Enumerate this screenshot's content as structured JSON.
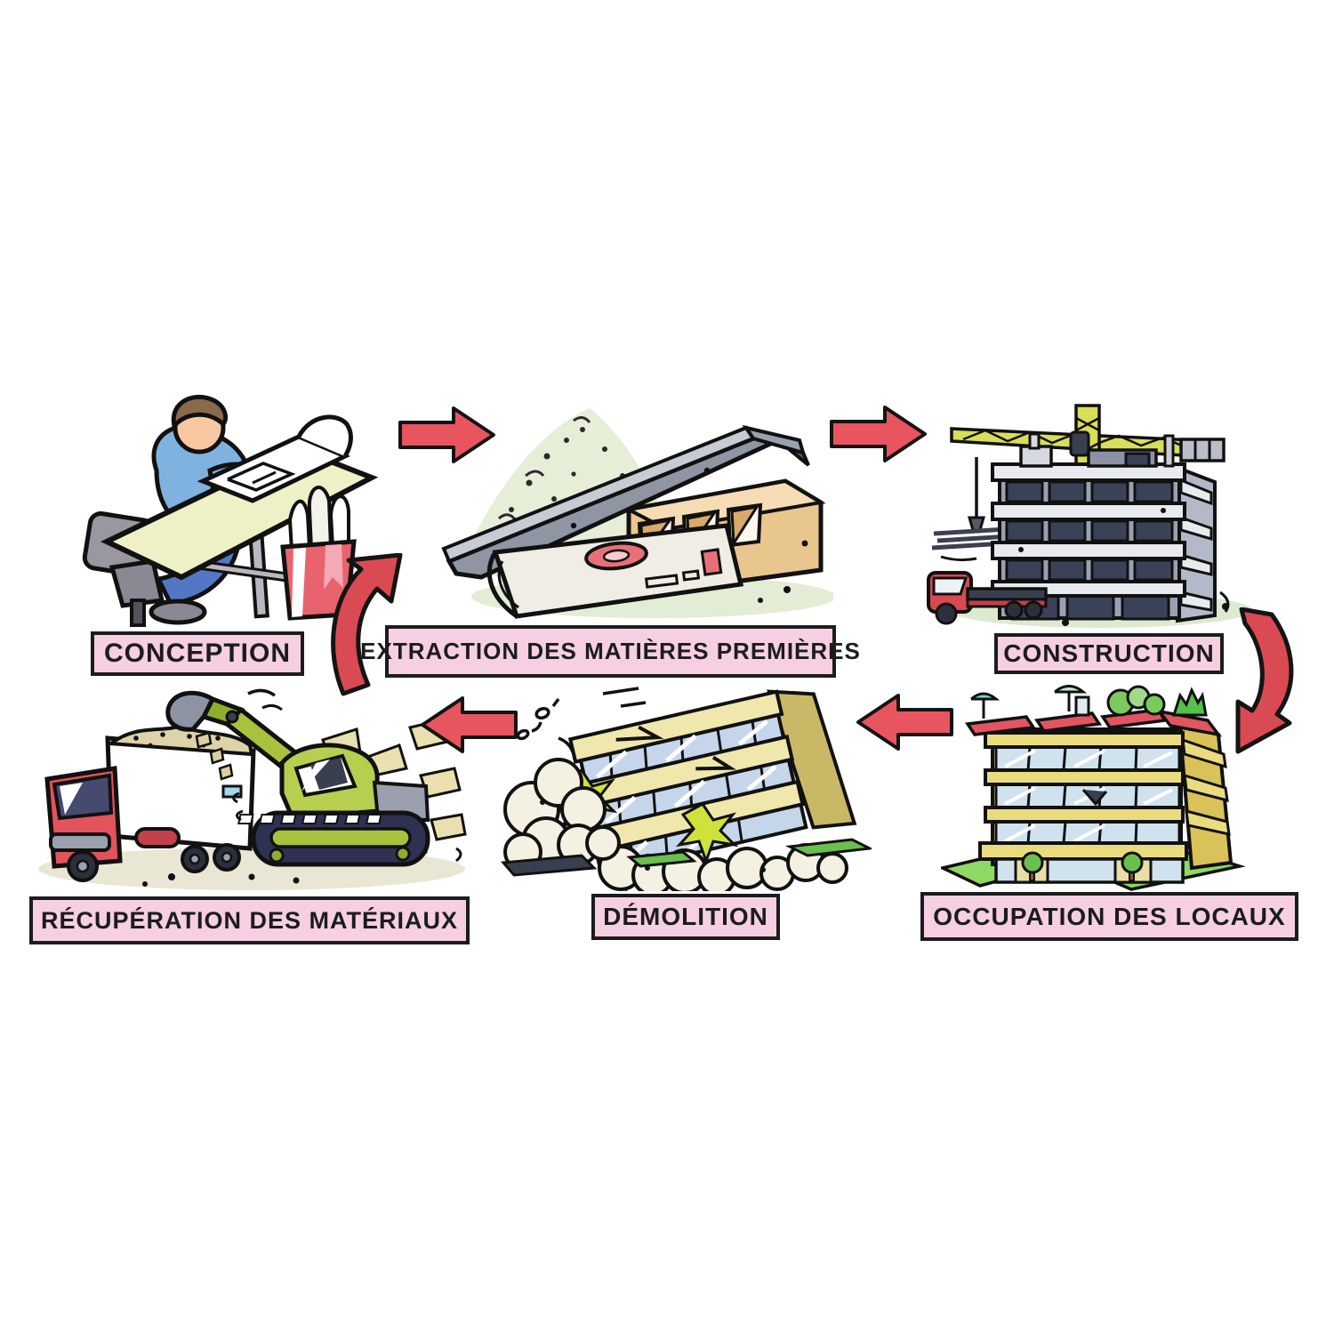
{
  "diagram": {
    "type": "cycle",
    "language": "fr",
    "stages": [
      {
        "id": "conception",
        "label": "CONCEPTION",
        "illustration": "architect-at-drafting-table"
      },
      {
        "id": "extraction",
        "label": "EXTRACTION DES MATIÈRES PREMIÈRES",
        "illustration": "raw-materials-sand-beam-cement-block"
      },
      {
        "id": "construction",
        "label": "CONSTRUCTION",
        "illustration": "building-under-construction-with-crane-and-truck"
      },
      {
        "id": "occupation",
        "label": "OCCUPATION DES LOCAUX",
        "illustration": "occupied-apartment-building-with-roof-garden"
      },
      {
        "id": "demolition",
        "label": "DÉMOLITION",
        "illustration": "collapsing-building-with-dust-clouds"
      },
      {
        "id": "recuperation",
        "label": "RÉCUPÉRATION DES MATÉRIAUX",
        "illustration": "excavator-loading-rubble-into-truck"
      }
    ],
    "arrows": [
      {
        "from": "conception",
        "to": "extraction",
        "shape": "straight-right"
      },
      {
        "from": "extraction",
        "to": "construction",
        "shape": "straight-right"
      },
      {
        "from": "construction",
        "to": "occupation",
        "shape": "curved-down"
      },
      {
        "from": "occupation",
        "to": "demolition",
        "shape": "straight-left"
      },
      {
        "from": "demolition",
        "to": "recuperation",
        "shape": "straight-left"
      },
      {
        "from": "recuperation",
        "to": "conception",
        "shape": "curved-up"
      }
    ],
    "colors": {
      "background": "#ffffff",
      "label_bg": "#f6cfe2",
      "label_border": "#1c1c1c",
      "label_text": "#1c1c1c",
      "arrow_fill": "#e8555e",
      "arrow_outline": "#141414"
    }
  }
}
